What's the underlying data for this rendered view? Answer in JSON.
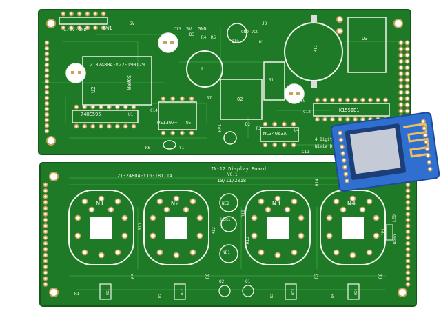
{
  "colors": {
    "background": "#ffffff",
    "pcb_green": "#1f7a27",
    "pcb_dark": "#14581a",
    "trace": "#2a8c31",
    "silkscreen": "#f2f5ea",
    "copper_pad": "#c9a25a",
    "hole": "#ffffff",
    "module_blue": "#2f6fd0",
    "module_dark": "#1c4b9c"
  },
  "top_board": {
    "labels": {
      "hv": "170V-GND",
      "sw1": "SW1",
      "five_v_hdr": "5V",
      "five_v": "5V",
      "gnd_top": "GND",
      "c13": "C13",
      "d3": "D3",
      "r4": "R4",
      "r5": "R5",
      "gnd_vcc": "GND VCC",
      "j3": "J3",
      "d1": "D1",
      "c10": "C10",
      "u3": "U3",
      "pn": "2132480A-Y22-190129",
      "wemos": "WeMOS",
      "u2": "U2",
      "l": "L",
      "r1": "R1",
      "rt1": "RT1",
      "hc595": "74HC595",
      "u1": "U1",
      "c14": "C14",
      "r7": "R7",
      "q2": "Q2",
      "c9": "C9",
      "c12": "C12",
      "k155": "K155ID1",
      "ds1307": "DS1307+",
      "u5": "U5",
      "rv1": "RV1",
      "d2": "D2",
      "r3": "R3",
      "mc34063": "MC34063A",
      "u4": "U4",
      "four_digit": "4 Digit",
      "nixie": "Nixie D",
      "c11": "C11",
      "r6": "R6",
      "y1": "Y1"
    }
  },
  "bottom_board": {
    "title": "IN-12 Display Board",
    "version": "V0.1",
    "date": "10/11/2018",
    "pn": "2132480A-Y16-181114",
    "r14": "R14",
    "tubes": [
      "N1",
      "N2",
      "N3",
      "N4"
    ],
    "ne2": "NE2",
    "ldr1": "LDR1",
    "ne1": "NE1",
    "r11": "R11",
    "r12": "R12",
    "r10": "R10",
    "r13": "R13",
    "led": "LED",
    "neon": "Neon",
    "jp1": "JP1",
    "r1": "R1",
    "r5": "R5",
    "r6": "R6",
    "q2": "Q2",
    "q1": "Q1",
    "r7": "R7",
    "r8": "R8",
    "ox1": "OX1",
    "r2": "R2",
    "ox2": "OX2",
    "r3": "R3",
    "ox3": "OX3",
    "r4": "R4",
    "ox4": "OX4"
  }
}
